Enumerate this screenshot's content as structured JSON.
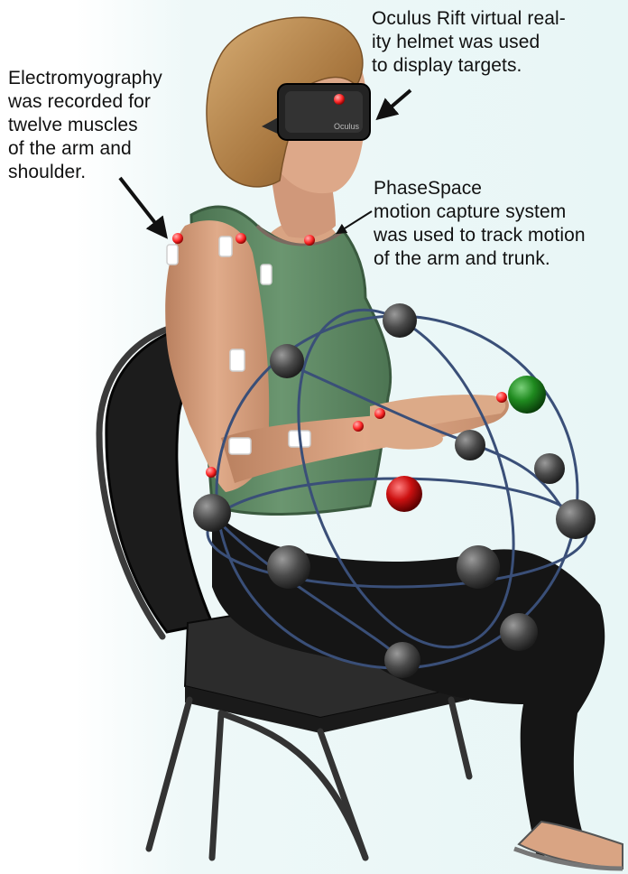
{
  "annotations": {
    "emg": "Electromyography\nwas recorded for\ntwelve muscles\nof the arm and\nshoulder.",
    "oculus": "Oculus Rift virtual real-\nity helmet was used\nto display targets.",
    "phasespace": "PhaseSpace\nmotion capture system\nwas used to track motion\nof the arm and trunk."
  },
  "headset_logo": "Oculus",
  "colors": {
    "background_tint": "#e8f6f6",
    "shirt": "#5f8a65",
    "trousers": "#151515",
    "skin": "#d9a483",
    "hair": "#b98a55",
    "headset": "#2a2a2a",
    "target_neutral": "#4a4a4a",
    "target_active": "#1f8a1f",
    "target_start": "#cc1111",
    "mocap_marker": "#ff2a2a",
    "emg_sensor": "#ffffff",
    "sphere_wire": "#3a4f78"
  }
}
